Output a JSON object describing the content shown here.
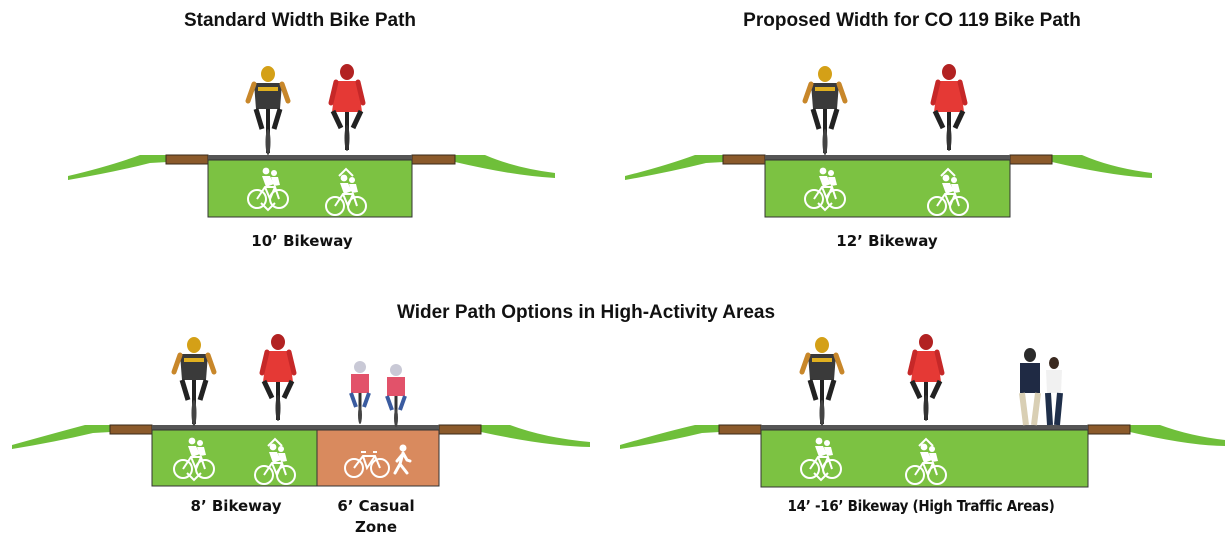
{
  "panels": [
    {
      "title": "Standard Width Bike Path",
      "label": "10’ Bikeway"
    },
    {
      "title": "Proposed Width for CO 119 Bike Path",
      "label": "12’ Bikeway"
    },
    {
      "label": "8’ Bikeway",
      "label2_line1": "6’ Casual",
      "label2_line2": "Zone"
    },
    {
      "label": "14’ -16’ Bikeway (High Traffic Areas)"
    }
  ],
  "section_title": "Wider Path Options in High-Activity Areas",
  "colors": {
    "bikeway": "#7cc242",
    "casual_zone": "#d98a5e",
    "shoulder": "#8b5a2b",
    "grass": "#6fbf3a",
    "path_surface": "#555555"
  },
  "icons": [
    "bike-rider-icon",
    "bike-icon",
    "pedestrian-icon",
    "chevron-up-icon",
    "chevron-down-icon",
    "cyclist-figure",
    "walking-couple-figure"
  ]
}
